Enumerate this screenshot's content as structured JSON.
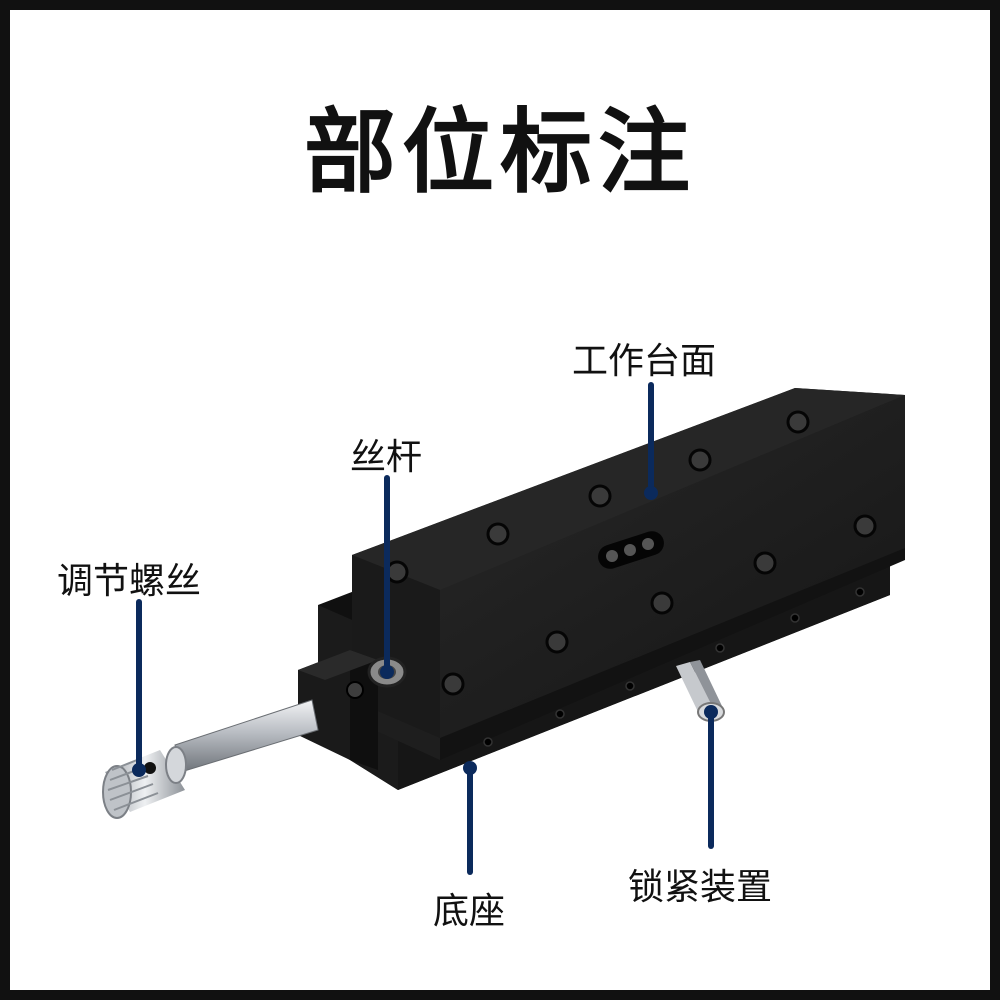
{
  "title": "部位标注",
  "callouts": {
    "worktable": "工作台面",
    "lead_screw": "丝杆",
    "adjust_screw": "调节螺丝",
    "base": "底座",
    "lock_device": "锁紧装置"
  },
  "colors": {
    "frame": "#111111",
    "leader": "#0b2a5c",
    "stage_top": "#1c1c1c",
    "stage_side": "#0f0f0f",
    "steel": "#c9ccd0"
  }
}
